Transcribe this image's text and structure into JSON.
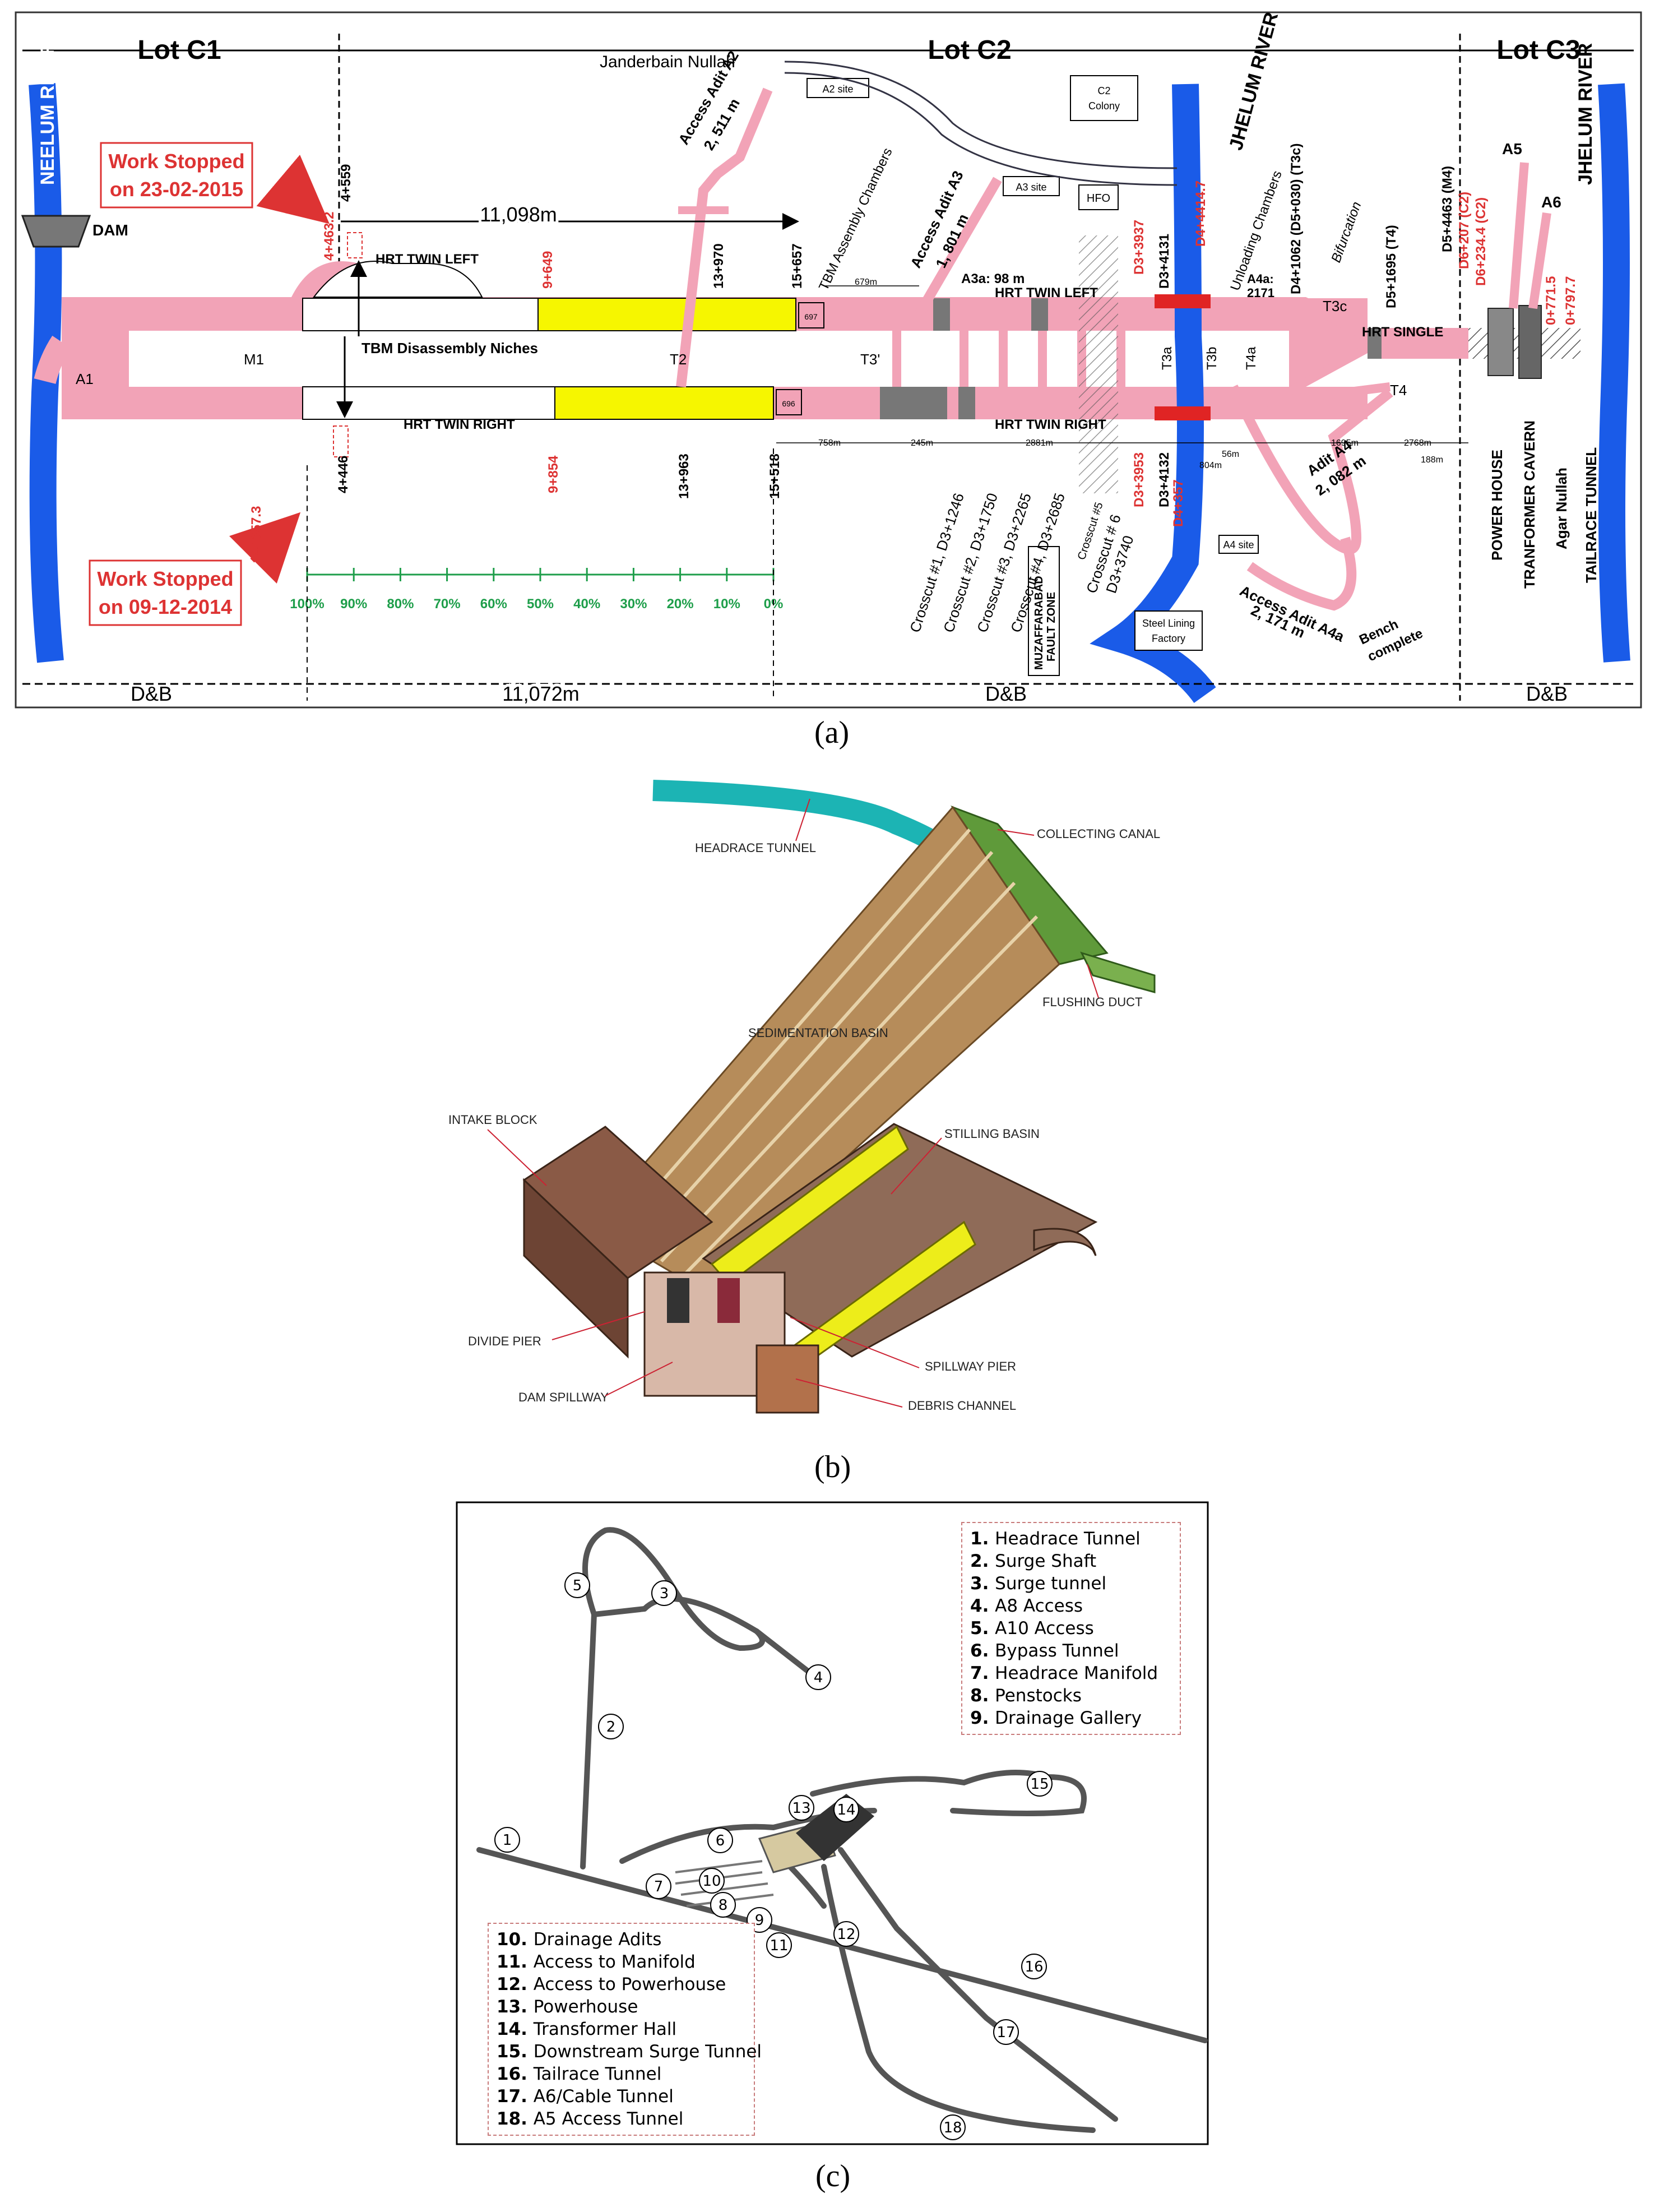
{
  "captions": {
    "a": "(a)",
    "b": "(b)",
    "c": "(c)"
  },
  "panel_a": {
    "lots": [
      "Lot C1",
      "Lot C2",
      "Lot C3"
    ],
    "rivers": {
      "neelum": "NEELUM RIVER",
      "jhelum_mid": "JHELUM RIVER",
      "jhelum_right": "JHELUM RIVER"
    },
    "dam": "DAM",
    "nullah": "Janderbain Nullah",
    "work_stopped_1": [
      "Work Stopped",
      "on 23-02-2015"
    ],
    "work_stopped_2": [
      "Work Stopped",
      "on 09-12-2014"
    ],
    "dim_top": "11,098m",
    "dim_bottom": "11,072m",
    "db_labels": [
      "D&B",
      "D&B",
      "D&B"
    ],
    "sites": {
      "a2": "A2 site",
      "a3": "A3 site",
      "a4": "A4 site",
      "c2": [
        "C2",
        "Colony"
      ],
      "hfo": "HFO",
      "steel": [
        "Steel Lining",
        "Factory"
      ]
    },
    "adits": {
      "a2": [
        "Access Adit A2",
        "2, 511 m"
      ],
      "a3": [
        "Access Adit A3",
        "1, 801 m"
      ],
      "a4": [
        "Adit A4",
        "2, 082 m"
      ],
      "a4a": [
        "Access Adit A4a",
        "2, 171 m"
      ]
    },
    "tunnels": {
      "twin_left": "HRT TWIN LEFT",
      "twin_right": "HRT TWIN RIGHT",
      "twin_left_2": "HRT TWIN LEFT",
      "twin_right_2": "HRT TWIN RIGHT",
      "single": "HRT SINGLE",
      "tbm_niches": "TBM Disassembly Niches",
      "tbm_chambers": "TBM Assembly Chambers",
      "unloading": "Unloading Chambers",
      "bifurcation": "Bifurcation"
    },
    "labels": {
      "a1": "A1",
      "m1": "M1",
      "t2": "T2",
      "t3p": "T3'",
      "a3a": "A3a: 98 m",
      "t3a": "T3a",
      "t3b": "T3b",
      "t4a": "T4a",
      "t3c": "T3c",
      "t4": "T4",
      "a5": "A5",
      "a6": "A6",
      "a4a_len": [
        "A4a:",
        "2171"
      ],
      "bench": [
        "Bench",
        "complete"
      ],
      "fault": [
        "MUZAFFARABAD",
        "FAULT ZONE"
      ]
    },
    "chainages_black": [
      "4+559",
      "13+970",
      "15+657",
      "4+446",
      "13+963",
      "15+518",
      "D3+4131",
      "D3+4132",
      "D4+1062 (D5+030) (T3c)",
      "D5+1695 (T4)",
      "D5+4463 (M4)"
    ],
    "chainages_red": [
      "4+463.2",
      "9+649",
      "4+357.3",
      "9+854",
      "D3+3937",
      "D4+4414.7",
      "D3+3953",
      "D4+357",
      "D6+207 (C2)",
      "D6+234.4 (C2)",
      "0+771.5",
      "0+797.7"
    ],
    "crosscuts": [
      "Crosscut #1, D3+1246",
      "Crosscut #2, D3+1750",
      "Crosscut #3, D3+2265",
      "Crosscut #4, D3+2685",
      "Crosscut #5",
      "Crosscut # 6",
      "D3+3740"
    ],
    "seg_dims": [
      "679m",
      "758m",
      "245m",
      "2881m",
      "804m",
      "56m",
      "1695m",
      "2768m",
      "188m"
    ],
    "boxes": [
      "697",
      "696"
    ],
    "percentages": [
      "100%",
      "90%",
      "80%",
      "70%",
      "60%",
      "50%",
      "40%",
      "30%",
      "20%",
      "10%",
      "0%"
    ],
    "right_labels": [
      "POWER HOUSE",
      "TRANFORMER CAVERN",
      "Agar Nullah",
      "TAILRACE TUNNEL"
    ]
  },
  "panel_b": {
    "labels": {
      "headrace": "HEADRACE TUNNEL",
      "collecting": "COLLECTING CANAL",
      "flushing": "FLUSHING DUCT",
      "sedimentation": "SEDIMENTATION BASIN",
      "intake": "INTAKE BLOCK",
      "stilling": "STILLING BASIN",
      "divide": "DIVIDE PIER",
      "spillway_pier": "SPILLWAY PIER",
      "dam_spillway": "DAM SPILLWAY",
      "debris": "DEBRIS CHANNEL"
    }
  },
  "panel_c": {
    "legend_top": [
      {
        "n": "1.",
        "t": "Headrace Tunnel"
      },
      {
        "n": "2.",
        "t": "Surge Shaft"
      },
      {
        "n": "3.",
        "t": "Surge tunnel"
      },
      {
        "n": "4.",
        "t": "A8 Access"
      },
      {
        "n": "5.",
        "t": "A10 Access"
      },
      {
        "n": "6.",
        "t": "Bypass Tunnel"
      },
      {
        "n": "7.",
        "t": "Headrace Manifold"
      },
      {
        "n": "8.",
        "t": "Penstocks"
      },
      {
        "n": "9.",
        "t": "Drainage Gallery"
      }
    ],
    "legend_bottom": [
      {
        "n": "10.",
        "t": "Drainage Adits"
      },
      {
        "n": "11.",
        "t": "Access to Manifold"
      },
      {
        "n": "12.",
        "t": "Access to Powerhouse"
      },
      {
        "n": "13.",
        "t": "Powerhouse"
      },
      {
        "n": "14.",
        "t": "Transformer Hall"
      },
      {
        "n": "15.",
        "t": "Downstream Surge Tunnel"
      },
      {
        "n": "16.",
        "t": "Tailrace Tunnel"
      },
      {
        "n": "17.",
        "t": "A6/Cable Tunnel"
      },
      {
        "n": "18.",
        "t": "A5 Access Tunnel"
      }
    ],
    "markers": [
      "1",
      "2",
      "3",
      "4",
      "5",
      "6",
      "7",
      "8",
      "9",
      "10",
      "11",
      "12",
      "13",
      "14",
      "15",
      "16",
      "17",
      "18"
    ]
  }
}
